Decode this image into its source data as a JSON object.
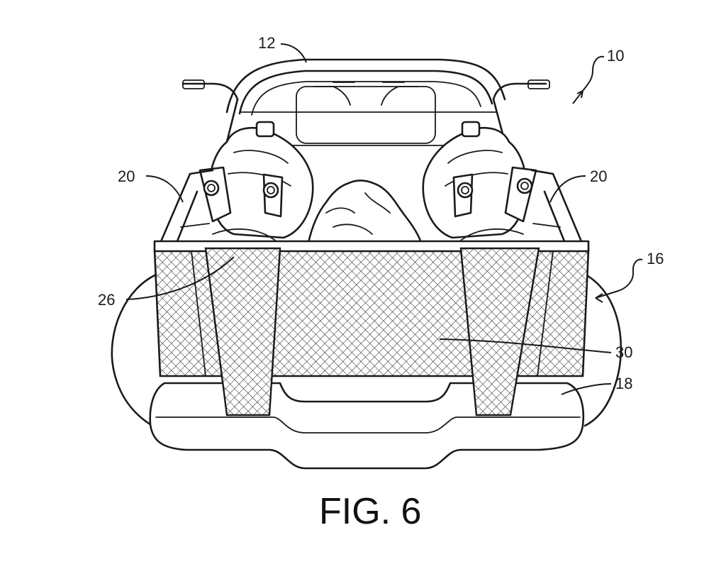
{
  "figure": {
    "caption": "FIG. 6",
    "reference_numerals": {
      "vehicle": "10",
      "roll_bar": "12",
      "cargo_bed": "16",
      "bumper": "18",
      "side_wall_left": "20",
      "side_wall_right": "20",
      "net_frame": "26",
      "net": "30"
    }
  }
}
